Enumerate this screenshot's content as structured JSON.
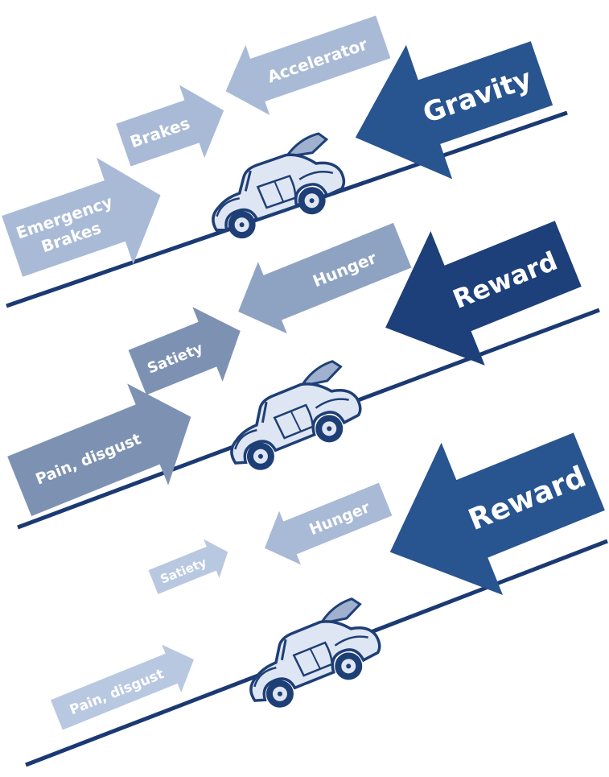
{
  "colors": {
    "background": "#ffffff",
    "ground_line": "#1b3a73",
    "force_dark": "#28548f",
    "force_darkest": "#1d3f7a",
    "force_medium": "#8ea3c2",
    "force_grey": "#7d92b2",
    "force_light": "#a9bad6",
    "force_pale": "#b9c8e1",
    "car_body": "#dfe6f3",
    "car_outline": "#1e3f76"
  },
  "panels": [
    {
      "labels": {
        "big": "Gravity",
        "pull": "Accelerator",
        "brake": "Brakes",
        "emergency_line1": "Emergency",
        "emergency_line2": "Brakes"
      },
      "icons": {
        "car": "convertible-car-icon"
      }
    },
    {
      "labels": {
        "big": "Reward",
        "pull": "Hunger",
        "brake": "Satiety",
        "emergency": "Pain, disgust"
      },
      "icons": {
        "car": "convertible-car-icon"
      }
    },
    {
      "labels": {
        "big": "Reward",
        "pull": "Hunger",
        "brake": "Satiety",
        "emergency": "Pain, disgust"
      },
      "icons": {
        "car": "convertible-car-icon"
      }
    }
  ]
}
